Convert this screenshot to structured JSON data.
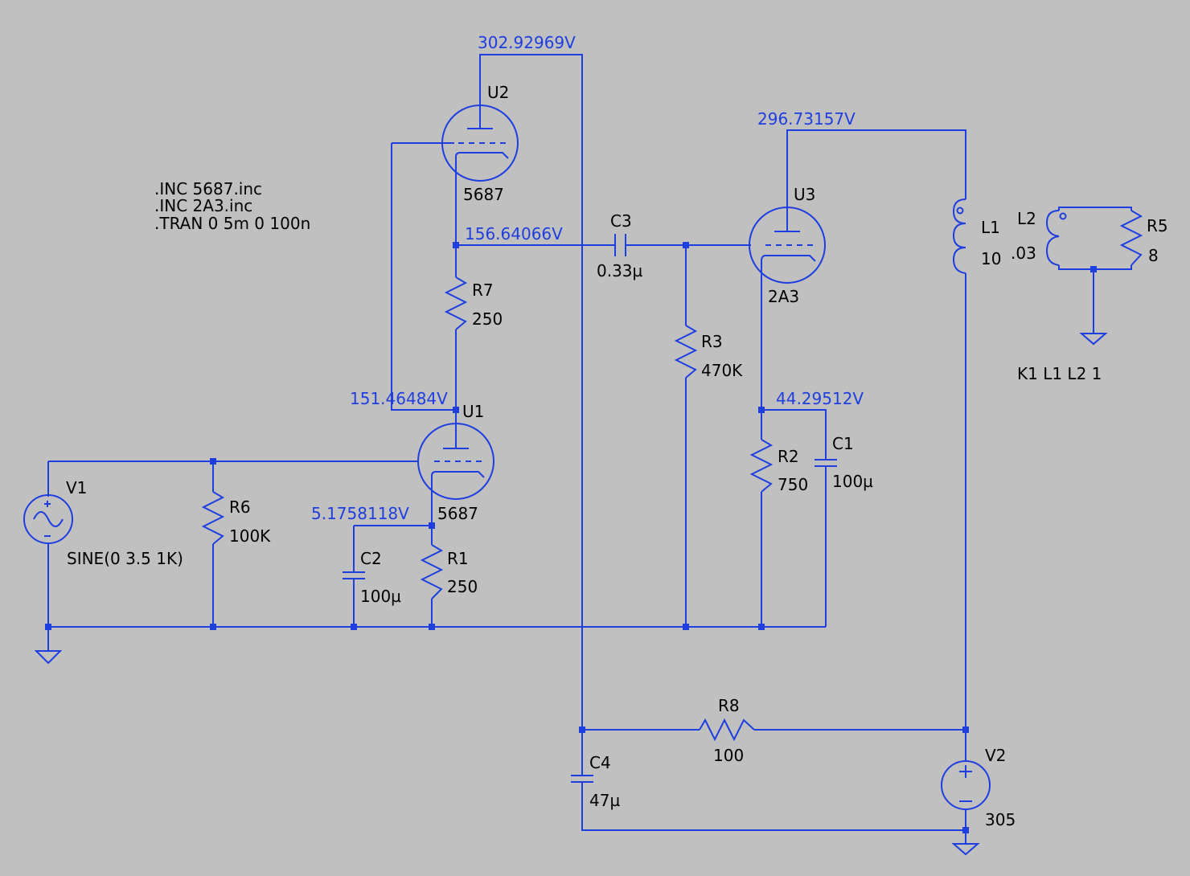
{
  "colors": {
    "background": "#c0c0c0",
    "wire": "#1f3ee0",
    "text": "#000000"
  },
  "directives": [
    ".INC 5687.inc",
    ".INC 2A3.inc",
    ".TRAN 0 5m 0 100n"
  ],
  "node_voltages": {
    "b_plus_u2": "302.92969V",
    "b_plus_u3": "296.73157V",
    "u2_cathode": "156.64066V",
    "u1_plate": "151.46484V",
    "u1_cathode": "5.1758118V",
    "u3_cathode": "44.29512V"
  },
  "components": {
    "U1": {
      "name": "U1",
      "value": "5687"
    },
    "U2": {
      "name": "U2",
      "value": "5687"
    },
    "U3": {
      "name": "U3",
      "value": "2A3"
    },
    "R1": {
      "name": "R1",
      "value": "250"
    },
    "R2": {
      "name": "R2",
      "value": "750"
    },
    "R3": {
      "name": "R3",
      "value": "470K"
    },
    "R5": {
      "name": "R5",
      "value": "8"
    },
    "R6": {
      "name": "R6",
      "value": "100K"
    },
    "R7": {
      "name": "R7",
      "value": "250"
    },
    "R8": {
      "name": "R8",
      "value": "100"
    },
    "C1": {
      "name": "C1",
      "value": "100µ"
    },
    "C2": {
      "name": "C2",
      "value": "100µ"
    },
    "C3": {
      "name": "C3",
      "value": "0.33µ"
    },
    "C4": {
      "name": "C4",
      "value": "47µ"
    },
    "L1": {
      "name": "L1",
      "value": "10"
    },
    "L2": {
      "name": "L2",
      "value": ".03"
    },
    "V1": {
      "name": "V1",
      "value": "SINE(0 3.5 1K)"
    },
    "V2": {
      "name": "V2",
      "value": "305"
    }
  },
  "coupling": "K1 L1 L2 1"
}
